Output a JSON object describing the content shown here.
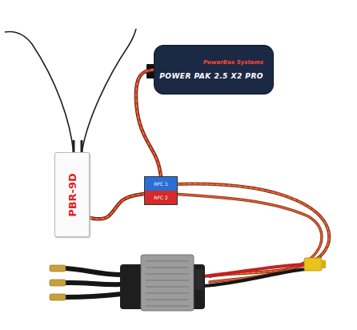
{
  "diagram": {
    "nodes": [
      {
        "text": [
          "PowerBox Systems",
          "POWER PAK 2.5 X2 PRO"
        ]
      },
      {
        "text": [
          "PBR-9D"
        ]
      },
      {
        "text": [
          "RFC 1",
          "RFC 2"
        ]
      }
    ],
    "edges": [
      {
        "from": 0,
        "to": 2,
        "arrow": "none"
      },
      {
        "from": 1,
        "to": 2,
        "arrow": "none"
      }
    ]
  }
}
